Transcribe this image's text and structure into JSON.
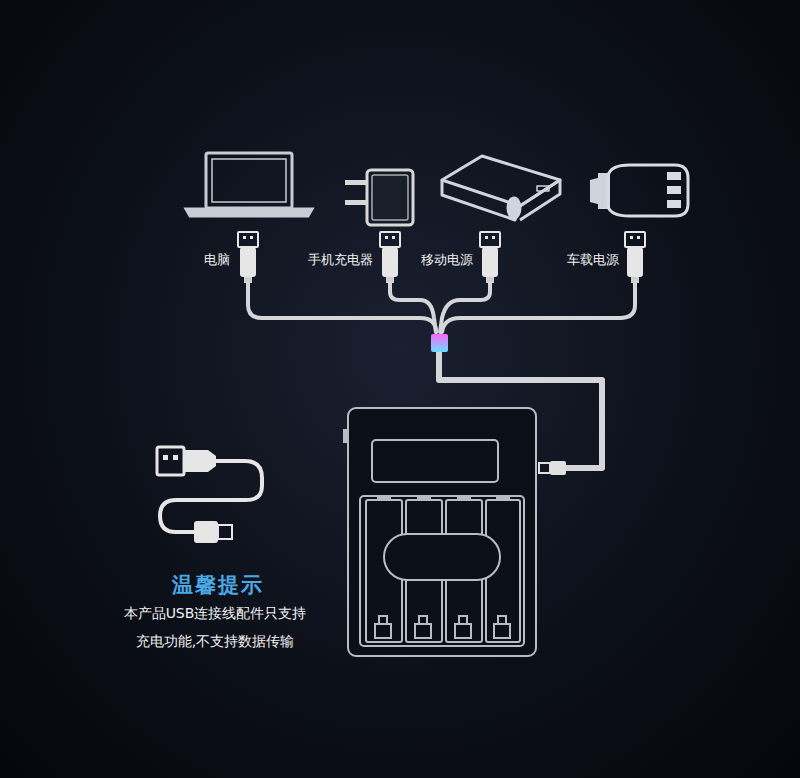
{
  "diagram": {
    "labels": [
      "电脑",
      "手机充电器",
      "移动电源",
      "车载电源",
      "温馨提示",
      "本产品USB连接线配件只支持 充电功能,不支持数据传输"
    ]
  }
}
